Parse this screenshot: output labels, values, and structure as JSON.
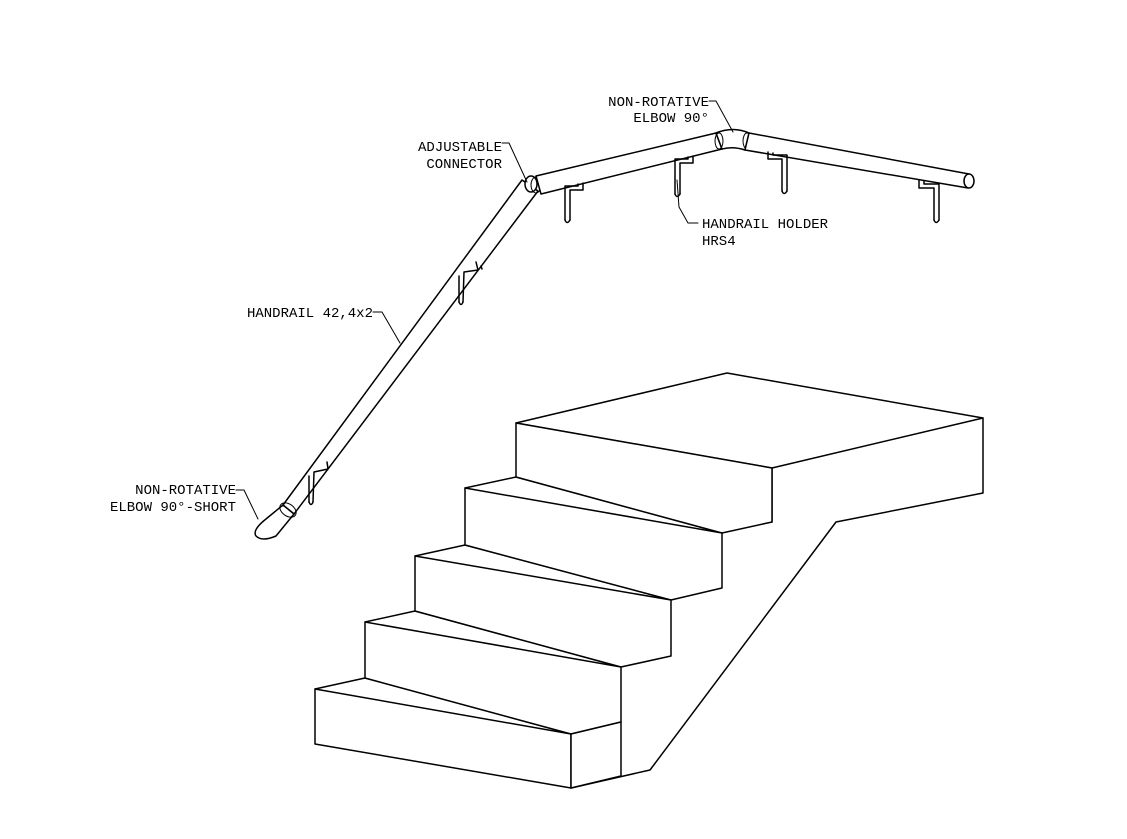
{
  "labels": {
    "elbow_top_line1": "NON-ROTATIVE",
    "elbow_top_line2": "ELBOW 90°",
    "connector_line1": "ADJUSTABLE",
    "connector_line2": "CONNECTOR",
    "holder_line1": "HANDRAIL HOLDER",
    "holder_line2": "HRS4",
    "handrail": "HANDRAIL 42,4x2",
    "elbow_short_line1": "NON-ROTATIVE",
    "elbow_short_line2": "ELBOW 90°-SHORT"
  }
}
